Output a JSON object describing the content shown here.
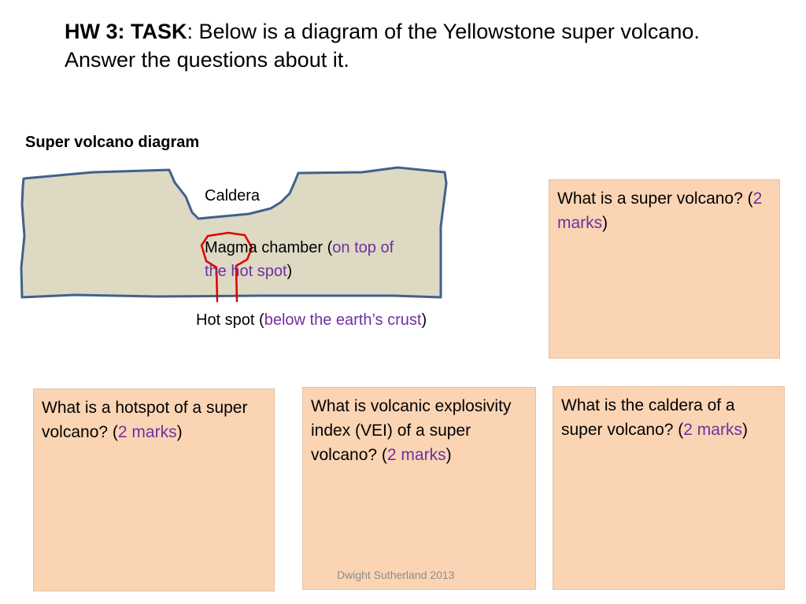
{
  "title": {
    "bold": "HW 3: TASK",
    "rest": ": Below is a diagram of the Yellowstone super volcano. Answer the questions about it."
  },
  "diagram": {
    "heading": "Super volcano diagram",
    "caldera_label": "Caldera",
    "magma_chamber": {
      "label": "Magma chamber (",
      "note": "on top of the hot spot",
      "close": ")"
    },
    "hot_spot": {
      "label": "Hot spot (",
      "note": "below the earth’s crust",
      "close": ")"
    }
  },
  "questions": {
    "super_volcano": {
      "text": "What is a super volcano? (",
      "marks": "2 marks",
      "close": ")"
    },
    "hotspot": {
      "text": "What is a hotspot of a super volcano? (",
      "marks": "2 marks",
      "close": ")"
    },
    "vei": {
      "text": "What is volcanic explosivity index (VEI) of a super volcano? (",
      "marks": "2 marks",
      "close": ")"
    },
    "caldera": {
      "text": "What is the caldera of a super volcano? (",
      "marks": "2 marks",
      "close": ")"
    }
  },
  "footer": "Dwight Sutherland 2013",
  "colors": {
    "crust_fill": "#ddd9c3",
    "crust_outline": "#41618c",
    "magma_outline": "#e00000",
    "answer_box": "#fbd4b4",
    "highlight_text": "#7030a0"
  }
}
